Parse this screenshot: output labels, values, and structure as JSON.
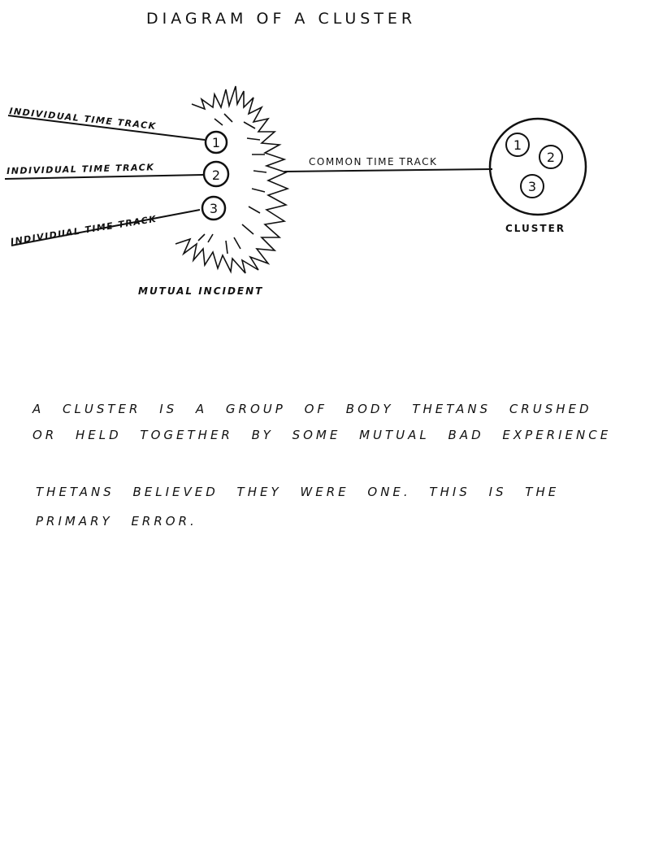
{
  "title": "DIAGRAM OF A CLUSTER",
  "tracks": [
    {
      "label": "INDIVIDUAL TIME TRACK",
      "number": "1"
    },
    {
      "label": "INDIVIDUAL TIME TRACK",
      "number": "2"
    },
    {
      "label": "INDIVIDUAL TIME TRACK",
      "number": "3"
    }
  ],
  "common_track_label": "COMMON TIME TRACK",
  "mutual_incident_label": "MUTUAL INCIDENT",
  "cluster_label": "CLUSTER",
  "cluster_members": [
    "1",
    "2",
    "3"
  ],
  "paragraphs": [
    [
      "A CLUSTER IS A GROUP OF BODY THETANS CRUSHED",
      "OR HELD TOGETHER BY SOME MUTUAL BAD EXPERIENCE"
    ],
    [
      "THETANS BELIEVED THEY WERE ONE. THIS IS THE",
      "PRIMARY ERROR."
    ]
  ]
}
